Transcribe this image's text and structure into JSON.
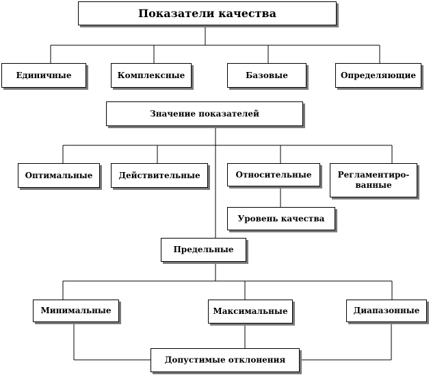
{
  "diagram": {
    "title": "Показатели качества",
    "types": [
      "Единичные",
      "Комплексные",
      "Базовые",
      "Определяющие"
    ],
    "values_title": "Значение показателей",
    "value_kinds": [
      "Оптимальные",
      "Действительные",
      "Относительные",
      "Регламентиро-\nванные"
    ],
    "quality_level": "Уровень качества",
    "limit": "Предельные",
    "limit_kinds": [
      "Минимальные",
      "Максимальные",
      "Диапазонные"
    ],
    "deviations": "Допустимые отклонения"
  },
  "colors": {
    "line": "#000000",
    "border": "#000000",
    "shadow": "#7a7a7a",
    "background": "#ffffff"
  }
}
